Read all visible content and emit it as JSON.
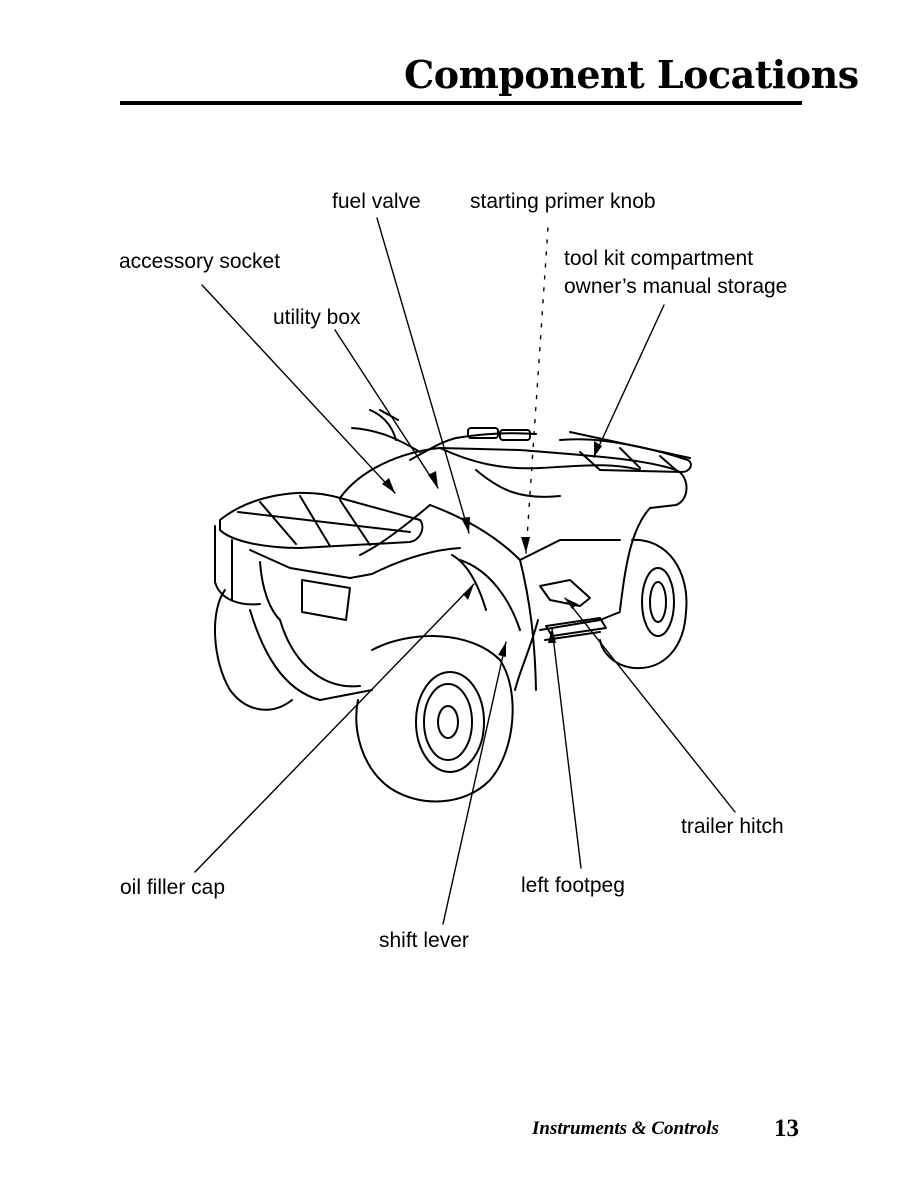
{
  "header": {
    "title": "Component Locations"
  },
  "figure": {
    "labels": {
      "fuel_valve": "fuel valve",
      "starting_primer_knob": "starting primer knob",
      "accessory_socket": "accessory socket",
      "tool_kit_compartment": "tool kit compartment",
      "owners_manual_storage": "owner’s manual storage",
      "utility_box": "utility box",
      "trailer_hitch": "trailer hitch",
      "oil_filler_cap": "oil filler cap",
      "left_footpeg": "left footpeg",
      "shift_lever": "shift lever"
    }
  },
  "footer": {
    "section": "Instruments & Controls",
    "page_number": "13"
  }
}
